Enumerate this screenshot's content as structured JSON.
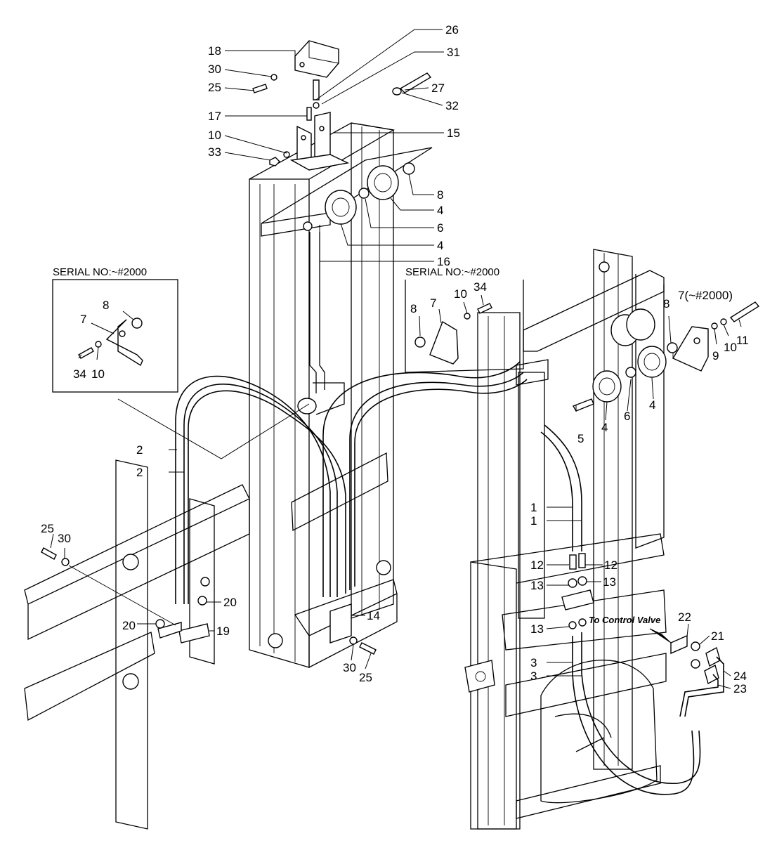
{
  "title": "",
  "callouts": {
    "c26": "26",
    "c18": "18",
    "c31": "31",
    "c30a": "30",
    "c25a": "25",
    "c27": "27",
    "c32": "32",
    "c17": "17",
    "c15": "15",
    "c10a": "10",
    "c33": "33",
    "c8a": "8",
    "c4a": "4",
    "c6a": "6",
    "c4b": "4",
    "c16": "16",
    "c10b": "10",
    "c34a": "34",
    "c8b": "8",
    "c7a": "7",
    "c8c": "8",
    "c7b": "7(~#2000)",
    "c9": "9",
    "c10c": "10",
    "c11": "11",
    "c8d": "8",
    "c7c": "7",
    "c34b": "34",
    "c10d": "10",
    "c4c": "4",
    "c6b": "6",
    "c4d": "4",
    "c5": "5",
    "c2a": "2",
    "c2b": "2",
    "c1a": "1",
    "c1b": "1",
    "c12a": "12",
    "c12b": "12",
    "c13a": "13",
    "c13b": "13",
    "c13c": "13",
    "c25b": "25",
    "c30b": "30",
    "c20a": "20",
    "c20b": "20",
    "c19": "19",
    "c14": "14",
    "c30c": "30",
    "c25c": "25",
    "c22": "22",
    "c21": "21",
    "c24": "24",
    "c23": "23",
    "c3a": "3",
    "c3b": "3"
  },
  "notes": {
    "serial_left": "SERIAL NO:~#2000",
    "serial_right": "SERIAL NO:~#2000",
    "control_valve": "To Control Valve"
  }
}
